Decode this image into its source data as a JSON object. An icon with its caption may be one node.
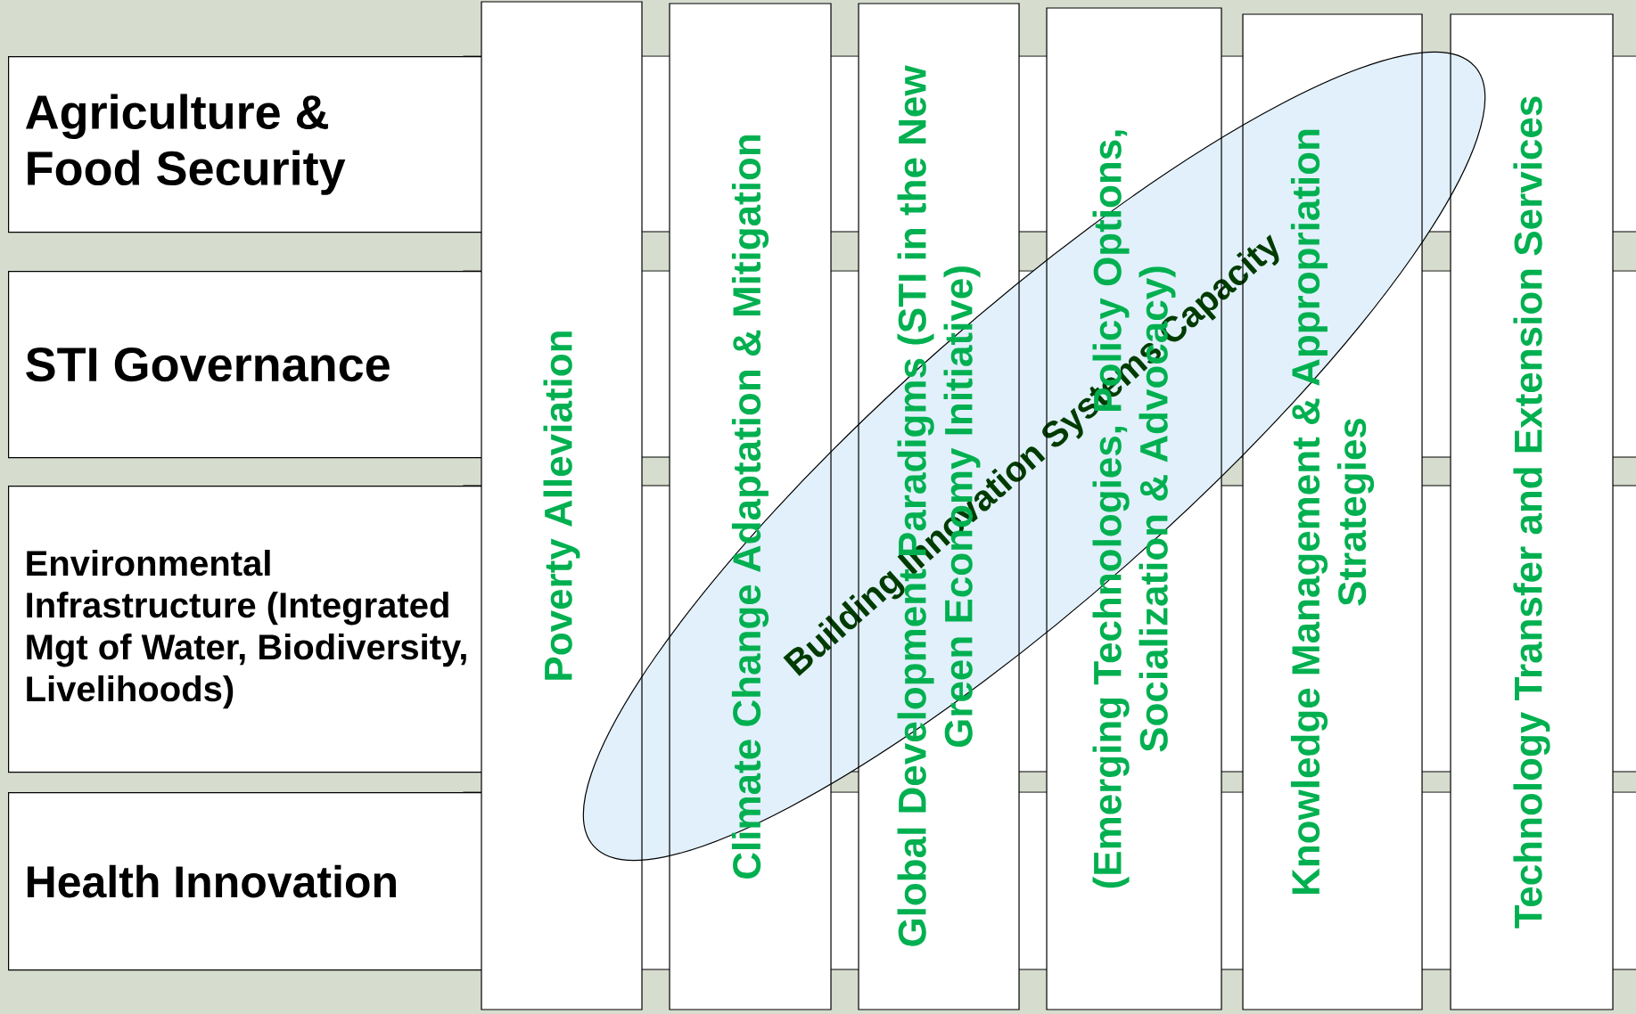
{
  "diagram": {
    "nodes": [
      {
        "text": [
          "Agriculture & Food Security"
        ]
      },
      {
        "text": [
          "STI Governance"
        ]
      },
      {
        "text": [
          "Environmental Infrastructure (Integrated Mgt of Water, Biodiversity, Livelihoods)"
        ]
      },
      {
        "text": [
          "Health Innovation"
        ]
      },
      {
        "text": [
          "Poverty Alleviation"
        ]
      },
      {
        "text": [
          "Climate Change Adaptation & Mitigation"
        ]
      },
      {
        "text": [
          "Global Development Paradigms (STI in the New Green Economy Initiative)"
        ]
      },
      {
        "text": [
          "(Emerging Technologies, Policy Options, Socialization & Advocacy)"
        ]
      },
      {
        "text": [
          "Knowledge Management & Appropriation Strategies"
        ]
      },
      {
        "text": [
          "Technology Transfer and Extension Services"
        ]
      },
      {
        "text": [
          "Building Innovation Systems Capacity"
        ]
      }
    ]
  }
}
